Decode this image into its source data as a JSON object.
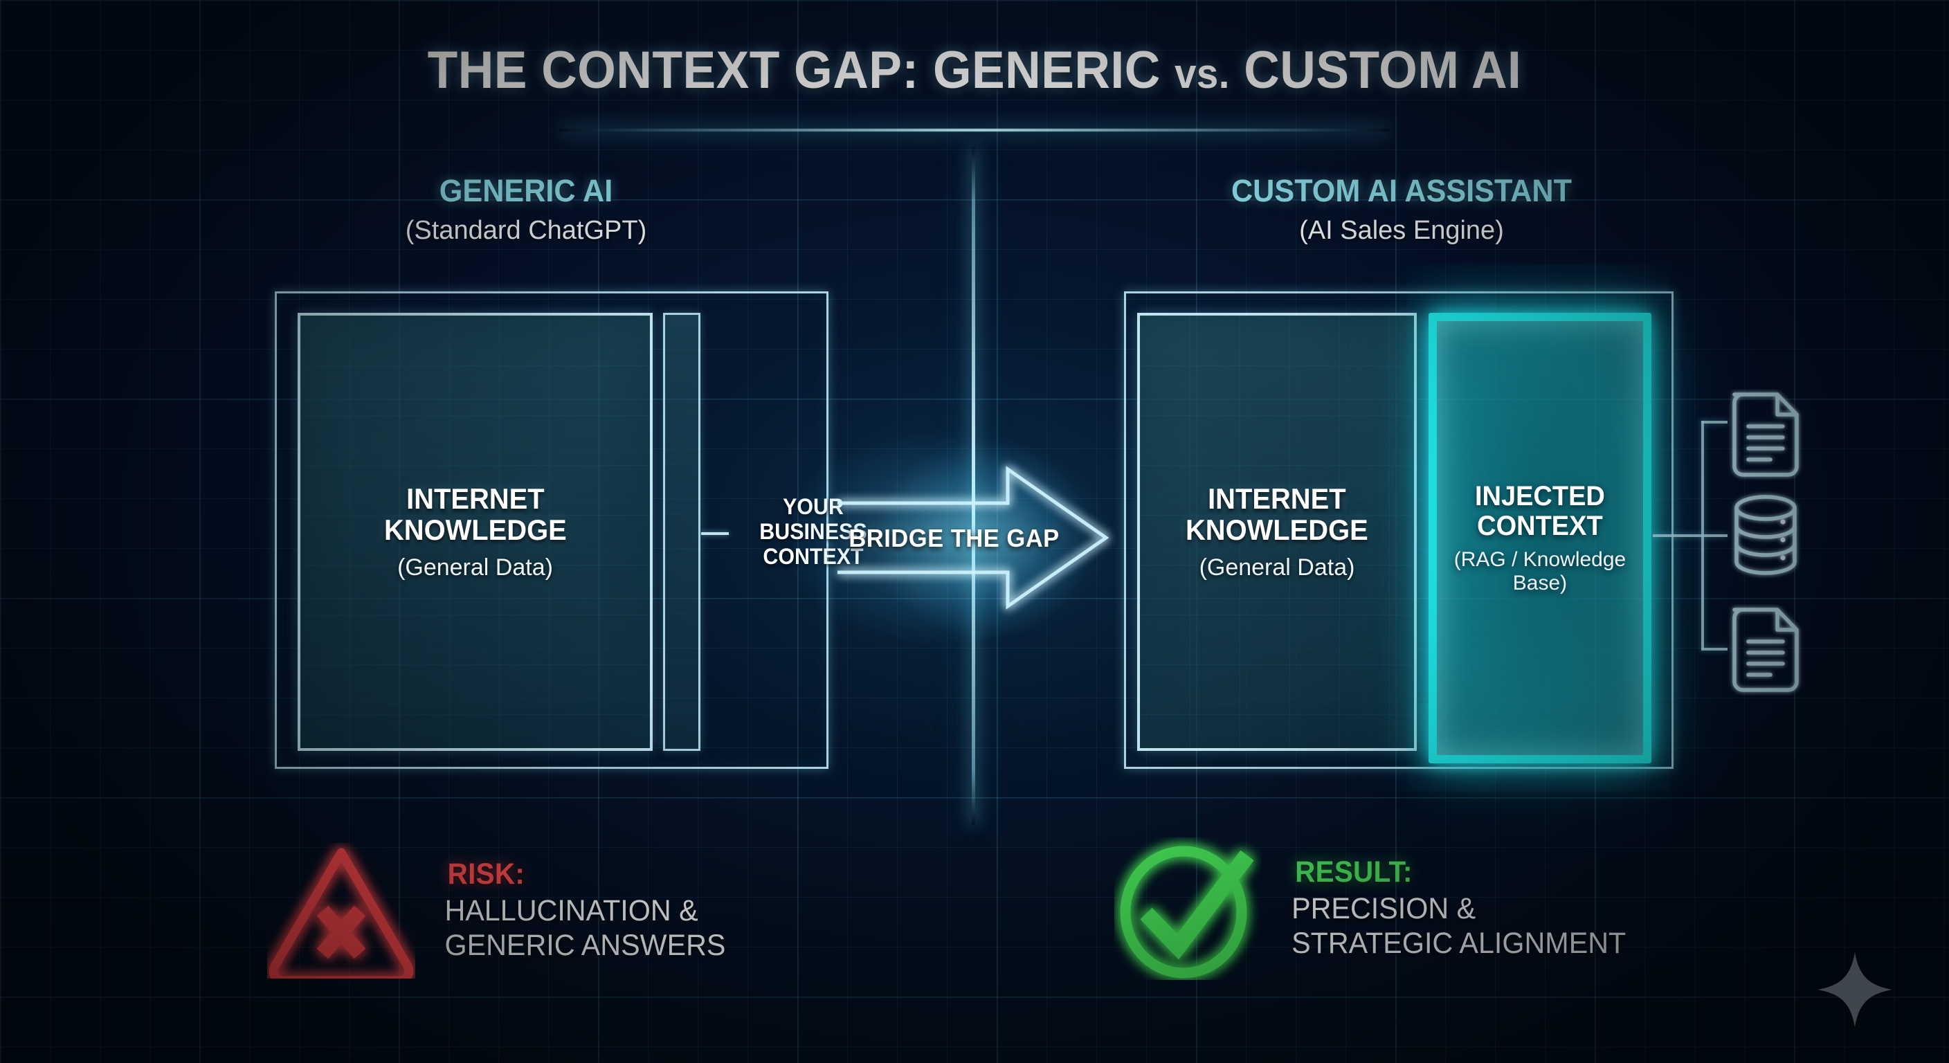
{
  "title": {
    "main_before": "THE CONTEXT GAP: GENERIC ",
    "vs": "vs.",
    "main_after": " CUSTOM AI",
    "full": "THE CONTEXT GAP: GENERIC vs. CUSTOM AI"
  },
  "colors": {
    "background": "#03101f",
    "grid": "#56aad2",
    "accent_cyan": "#8fe3ef",
    "glow_cyan": "#1fe6e6",
    "risk_red": "#ff4f52",
    "result_green": "#4ade5f",
    "text_white": "#ffffff"
  },
  "left_column": {
    "heading": "GENERIC AI",
    "subheading": "(Standard ChatGPT)",
    "knowledge_box": {
      "label": "INTERNET\nKNOWLEDGE",
      "label_line1": "INTERNET",
      "label_line2": "KNOWLEDGE",
      "sublabel": "(General Data)"
    },
    "context_sliver": {
      "label_line1": "YOUR",
      "label_line2": "BUSINESS",
      "label_line3": "CONTEXT"
    },
    "outcome": {
      "icon": "warning-triangle-x-icon",
      "title": "RISK:",
      "body_line1": "HALLUCINATION &",
      "body_line2": "GENERIC ANSWERS"
    }
  },
  "center": {
    "arrow_label": "BRIDGE THE GAP"
  },
  "right_column": {
    "heading": "CUSTOM AI ASSISTANT",
    "subheading": "(AI Sales Engine)",
    "knowledge_box": {
      "label_line1": "INTERNET",
      "label_line2": "KNOWLEDGE",
      "sublabel": "(General Data)"
    },
    "injected_box": {
      "label_line1": "INJECTED",
      "label_line2": "CONTEXT",
      "sublabel_line1": "(RAG / Knowledge",
      "sublabel_line2": "Base)"
    },
    "sources": [
      {
        "icon": "document-icon"
      },
      {
        "icon": "database-icon"
      },
      {
        "icon": "document-icon"
      }
    ],
    "outcome": {
      "icon": "check-circle-icon",
      "title": "RESULT:",
      "body_line1": "PRECISION &",
      "body_line2": "STRATEGIC ALIGNMENT"
    }
  },
  "watermark": {
    "icon": "sparkle-icon"
  }
}
